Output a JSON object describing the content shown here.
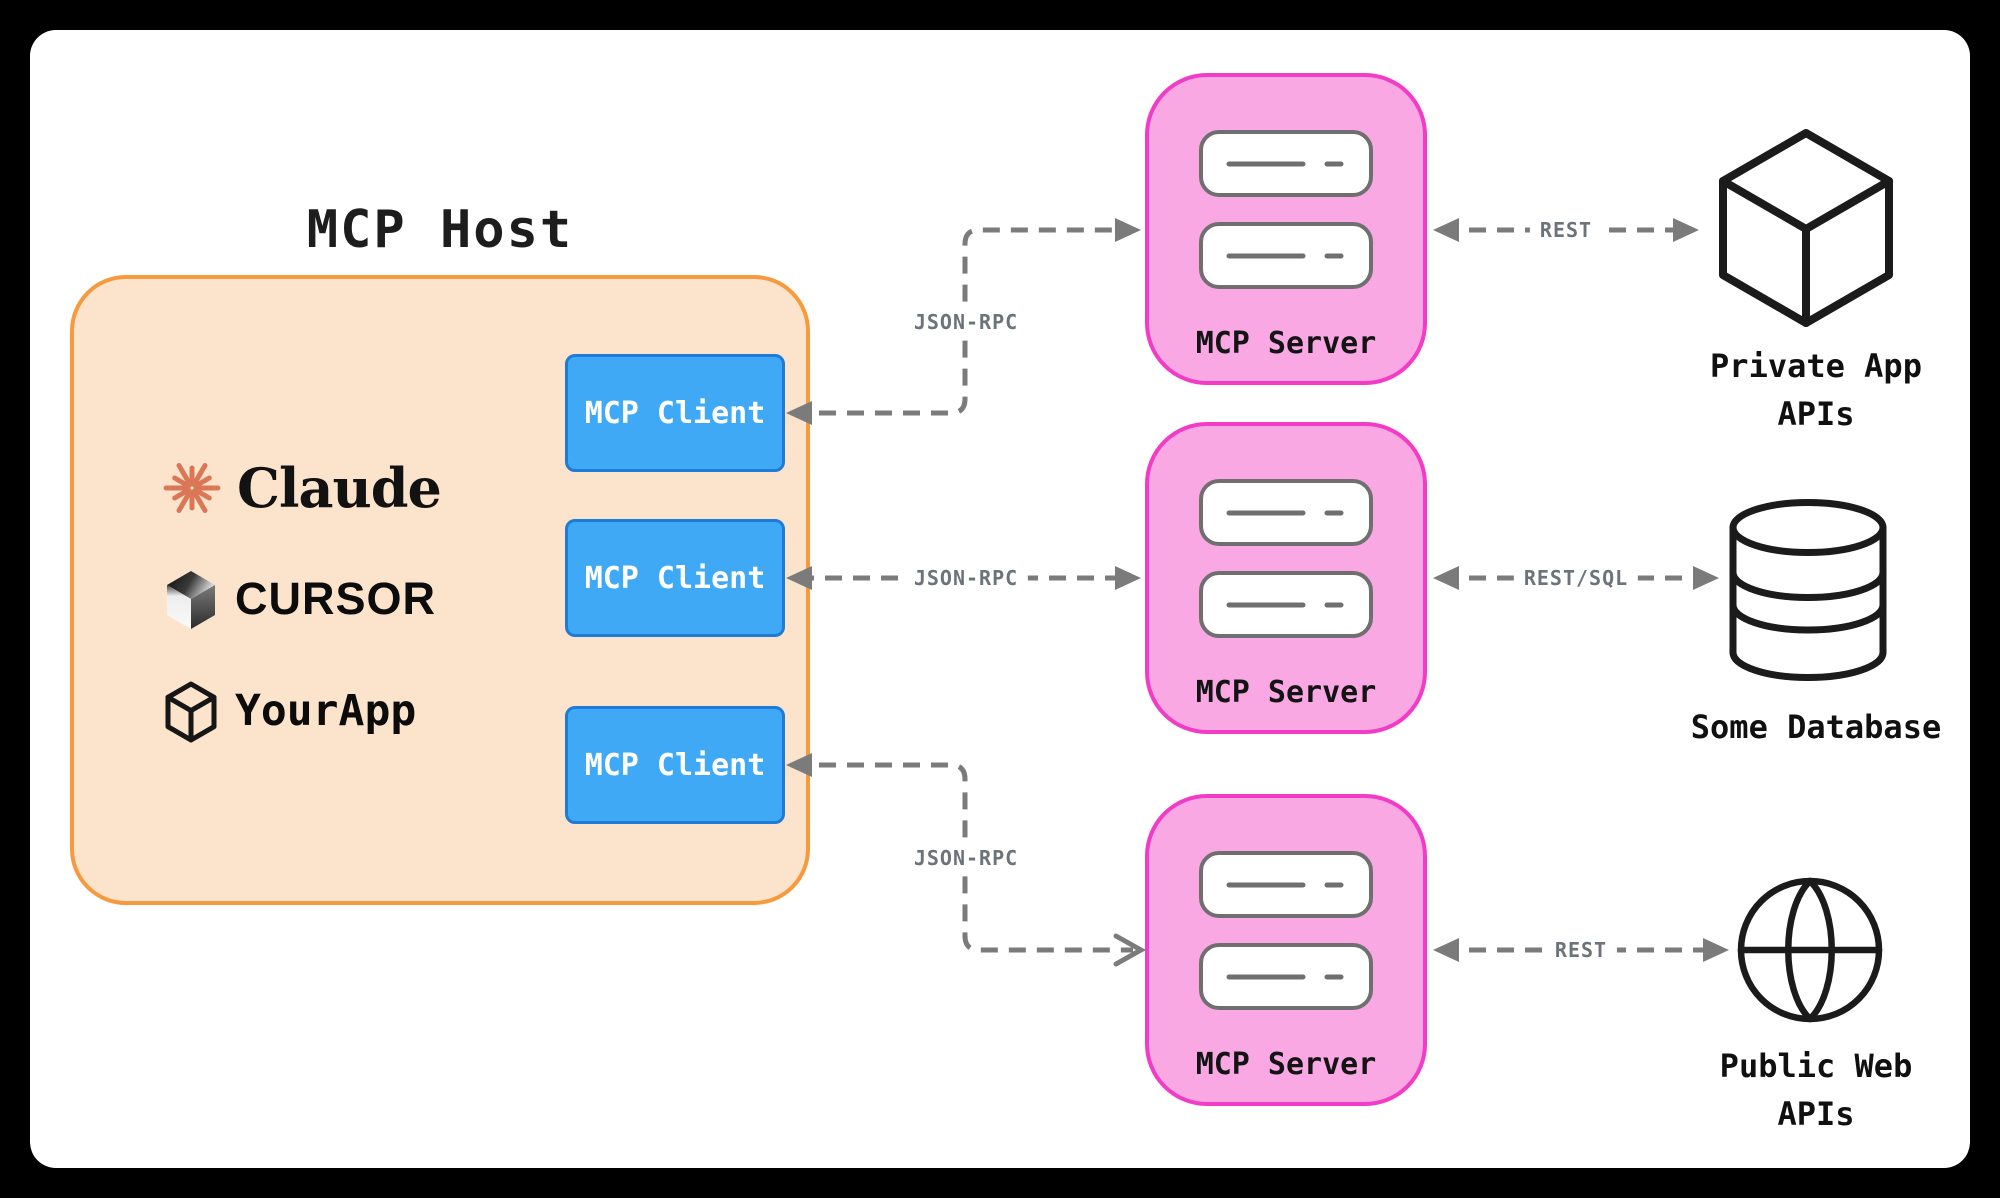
{
  "host": {
    "title": "MCP Host",
    "apps": [
      {
        "name": "Claude",
        "icon": "claude-starburst-icon"
      },
      {
        "name": "CURSOR",
        "icon": "cursor-cube-icon"
      },
      {
        "name": "YourApp",
        "icon": "package-cube-icon"
      }
    ],
    "clients": [
      {
        "label": "MCP Client"
      },
      {
        "label": "MCP Client"
      },
      {
        "label": "MCP Client"
      }
    ]
  },
  "servers": [
    {
      "label": "MCP Server",
      "icon": "server-rack-icon"
    },
    {
      "label": "MCP Server",
      "icon": "server-rack-icon"
    },
    {
      "label": "MCP Server",
      "icon": "server-rack-icon"
    }
  ],
  "resources": [
    {
      "line1": "Private App",
      "line2": "APIs",
      "icon": "cube-icon"
    },
    {
      "line1": "Some Database",
      "line2": "",
      "icon": "database-icon"
    },
    {
      "line1": "Public Web",
      "line2": "APIs",
      "icon": "globe-icon"
    }
  ],
  "connections": {
    "json_rpc_1": "JSON-RPC",
    "json_rpc_2": "JSON-RPC",
    "json_rpc_3": "JSON-RPC",
    "rest_1": "REST",
    "rest_sql": "REST/SQL",
    "rest_3": "REST"
  },
  "colors": {
    "host_fill": "#FCE4CC",
    "host_border": "#F79A3E",
    "client_fill": "#3FA9F5",
    "client_border": "#1E7CD6",
    "server_fill": "#F9A8E4",
    "server_border": "#F23CC5",
    "arrow_gray": "#7B7B7B",
    "connection_label_gray": "#6D737A",
    "claude_coral": "#D97757",
    "icon_black": "#1B1B1B"
  }
}
